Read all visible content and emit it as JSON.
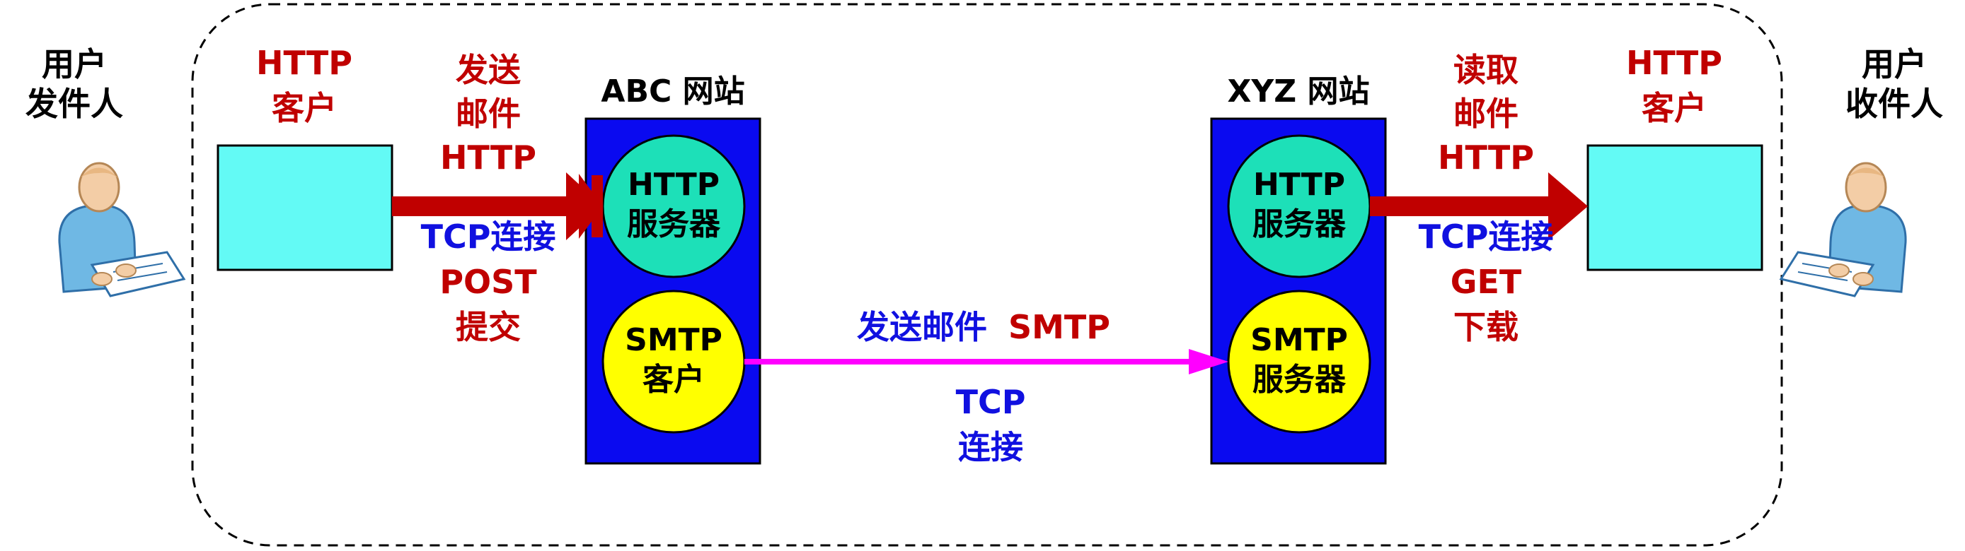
{
  "colors": {
    "server_box": "#0a0af0",
    "http_server": "#1de0b8",
    "smtp_node": "#ffff00",
    "client_box": "#63faf5",
    "http_arrow": "#c00000",
    "smtp_arrow": "#ff00ff",
    "red_text": "#c00000",
    "blue_text": "#1010e0"
  },
  "sender": {
    "line1": "用户",
    "line2": "发件人",
    "icon": "person-at-desk-icon"
  },
  "receiver": {
    "line1": "用户",
    "line2": "收件人",
    "icon": "person-at-desk-icon"
  },
  "sender_client": {
    "line1": "HTTP",
    "line2": "客户"
  },
  "receiver_client": {
    "line1": "HTTP",
    "line2": "客户"
  },
  "send_arrow": {
    "top": [
      "发送",
      "邮件",
      "HTTP"
    ],
    "bottom": [
      "TCP连接",
      "POST",
      "提交"
    ]
  },
  "read_arrow": {
    "top": [
      "读取",
      "邮件",
      "HTTP"
    ],
    "bottom": [
      "TCP连接",
      "GET",
      "下载"
    ]
  },
  "abc_site": {
    "title": "ABC 网站",
    "http_server": {
      "line1": "HTTP",
      "line2": "服务器"
    },
    "smtp_client": {
      "line1": "SMTP",
      "line2": "客户"
    }
  },
  "xyz_site": {
    "title": "XYZ 网站",
    "http_server": {
      "line1": "HTTP",
      "line2": "服务器"
    },
    "smtp_server": {
      "line1": "SMTP",
      "line2": "服务器"
    }
  },
  "smtp_link": {
    "top_blue": "发送邮件",
    "top_red": "SMTP",
    "bottom": [
      "TCP",
      "连接"
    ]
  }
}
